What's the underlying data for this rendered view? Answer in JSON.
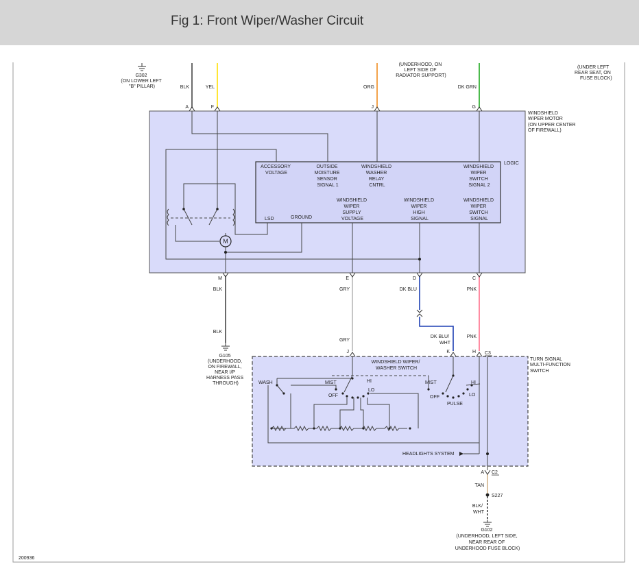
{
  "title": "Fig 1: Front Wiper/Washer Circuit",
  "colors": {
    "box_fill": "#d9dbfa",
    "logic_fill": "#d2d4f7",
    "wire_black": "#444444",
    "wire_yellow": "#ffe000",
    "wire_orange": "#f08a1c",
    "wire_dk_green": "#1fa81f",
    "wire_gray": "#b8b8b8",
    "wire_dk_blue": "#1d3fb3",
    "wire_pink": "#ff6f8a",
    "wire_tan": "#d2b48c"
  },
  "diagram": {
    "g302": [
      "G302",
      "(ON LOWER LEFT",
      "\"B\" PILLAR)"
    ],
    "underhood_top": [
      "(UNDERHOOD, ON",
      "LEFT SIDE OF",
      "RADIATOR SUPPORT)"
    ],
    "under_left_rear": [
      "(UNDER LEFT",
      "REAR SEAT, ON",
      "FUSE BLOCK)"
    ],
    "wire_labels": {
      "blk_top": "BLK",
      "yel": "YEL",
      "org": "ORG",
      "dk_grn": "DK GRN",
      "blk_m": "BLK",
      "blk_m2": "BLK",
      "gry": "GRY",
      "gry2": "GRY",
      "dk_blu": "DK BLU",
      "dk_blu_wht": [
        "DK BLU/",
        "WHT"
      ],
      "pnk": "PNK",
      "pnk2": "PNK",
      "tan": "TAN",
      "blk_wht": [
        "BLK/",
        "WHT"
      ]
    },
    "pins": {
      "a_top": "A",
      "f_top": "F",
      "j_top": "J",
      "g_top": "G",
      "m": "M",
      "e": "E",
      "d": "D",
      "c": "C",
      "j_sw": "J",
      "k_sw": "K",
      "h_sw": "H",
      "c3": "C3",
      "a_bottom": "A",
      "c2": "C2"
    },
    "motor_label": [
      "WINDSHIELD",
      "WIPER MOTOR",
      "(ON UPPER CENTER",
      "OF FIREWALL)"
    ],
    "logic": "LOGIC",
    "logic_top": [
      [
        "ACCESSORY",
        "VOLTAGE"
      ],
      [
        "OUTSIDE",
        "MOISTURE",
        "SENSOR",
        "SIGNAL 1"
      ],
      [
        "WINDSHIELD",
        "WASHER",
        "RELAY",
        "CNTRL"
      ],
      [
        "WINDSHIELD",
        "WIPER",
        "SWITCH",
        "SIGNAL 2"
      ]
    ],
    "logic_bottom": [
      [
        "WINDSHIELD",
        "WIPER",
        "SUPPLY",
        "VOLTAGE"
      ],
      [
        "WINDSHIELD",
        "WIPER",
        "HIGH",
        "SIGNAL"
      ],
      [
        "WINDSHIELD",
        "WIPER",
        "SWITCH",
        "SIGNAL"
      ]
    ],
    "lsd": "LSD",
    "ground": "GROUND",
    "motor_m": "M",
    "g105": [
      "G105",
      "(UNDERHOOD,",
      "ON FIREWALL,",
      "NEAR I/P",
      "HARNESS PASS",
      "THROUGH)"
    ],
    "turn_signal": [
      "TURN SIGNAL",
      "MULTI-FUNCTION",
      "SWITCH"
    ],
    "washer_switch": [
      "WINDSHIELD WIPER/",
      "WASHER SWITCH"
    ],
    "wash": "WASH",
    "mist": "MIST",
    "hi": "HI",
    "off": "OFF",
    "lo": "LO",
    "mist2": "MIST",
    "off2": "OFF",
    "hi2": "HI",
    "lo2": "LO",
    "pulse": "PULSE",
    "headlights": "HEADLIGHTS SYSTEM",
    "s227": "S227",
    "g102": [
      "G102",
      "(UNDERHOOD, LEFT SIDE,",
      "NEAR REAR OF",
      "UNDERHOOD FUSE BLOCK)"
    ],
    "figure_number": "200936"
  }
}
